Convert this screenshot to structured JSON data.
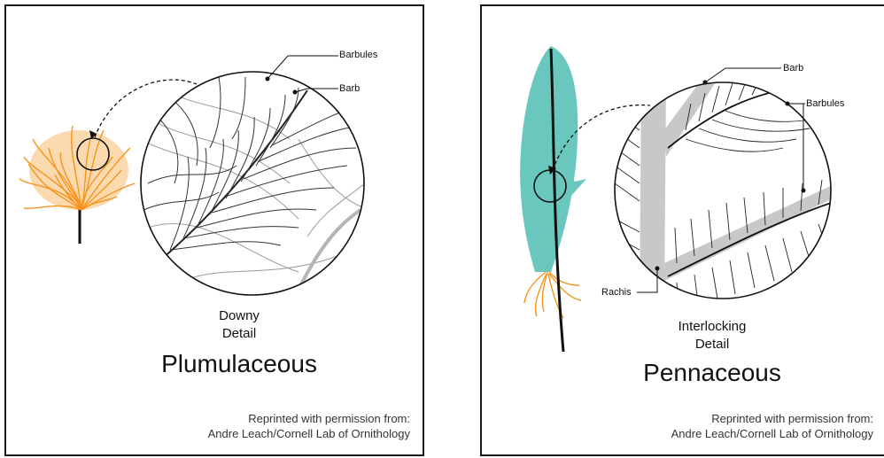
{
  "left_panel": {
    "labels": {
      "barbules": "Barbules",
      "barb": "Barb"
    },
    "detail_line1": "Downy",
    "detail_line2": "Detail",
    "title": "Plumulaceous",
    "credit_line1": "Reprinted with permission from:",
    "credit_line2": "Andre Leach/Cornell Lab of Ornithology",
    "feather_color": "#f7941d"
  },
  "right_panel": {
    "labels": {
      "barb": "Barb",
      "barbules": "Barbules",
      "rachis": "Rachis"
    },
    "detail_line1": "Interlocking",
    "detail_line2": "Detail",
    "title": "Pennaceous",
    "credit_line1": "Reprinted with permission from:",
    "credit_line2": "Andre Leach/Cornell Lab of Ornithology",
    "feather_color": "#6ac7bd",
    "downy_base_color": "#f7941d",
    "rachis_color": "#c8c8c8"
  }
}
